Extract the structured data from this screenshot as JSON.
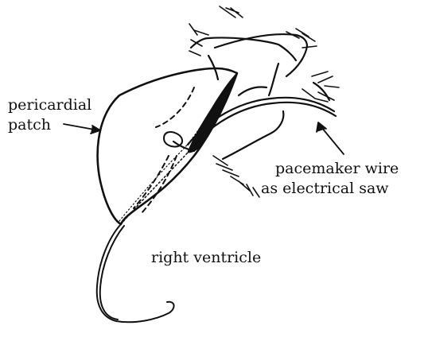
{
  "labels": {
    "pericardial_line1": "pericardial",
    "pericardial_line2": "patch",
    "pacemaker_line1": "pacemaker wire",
    "pacemaker_line2": "as electrical saw",
    "right_ventricle": "right ventricle"
  },
  "colors": {
    "ink": "#111111",
    "background": "#ffffff"
  }
}
